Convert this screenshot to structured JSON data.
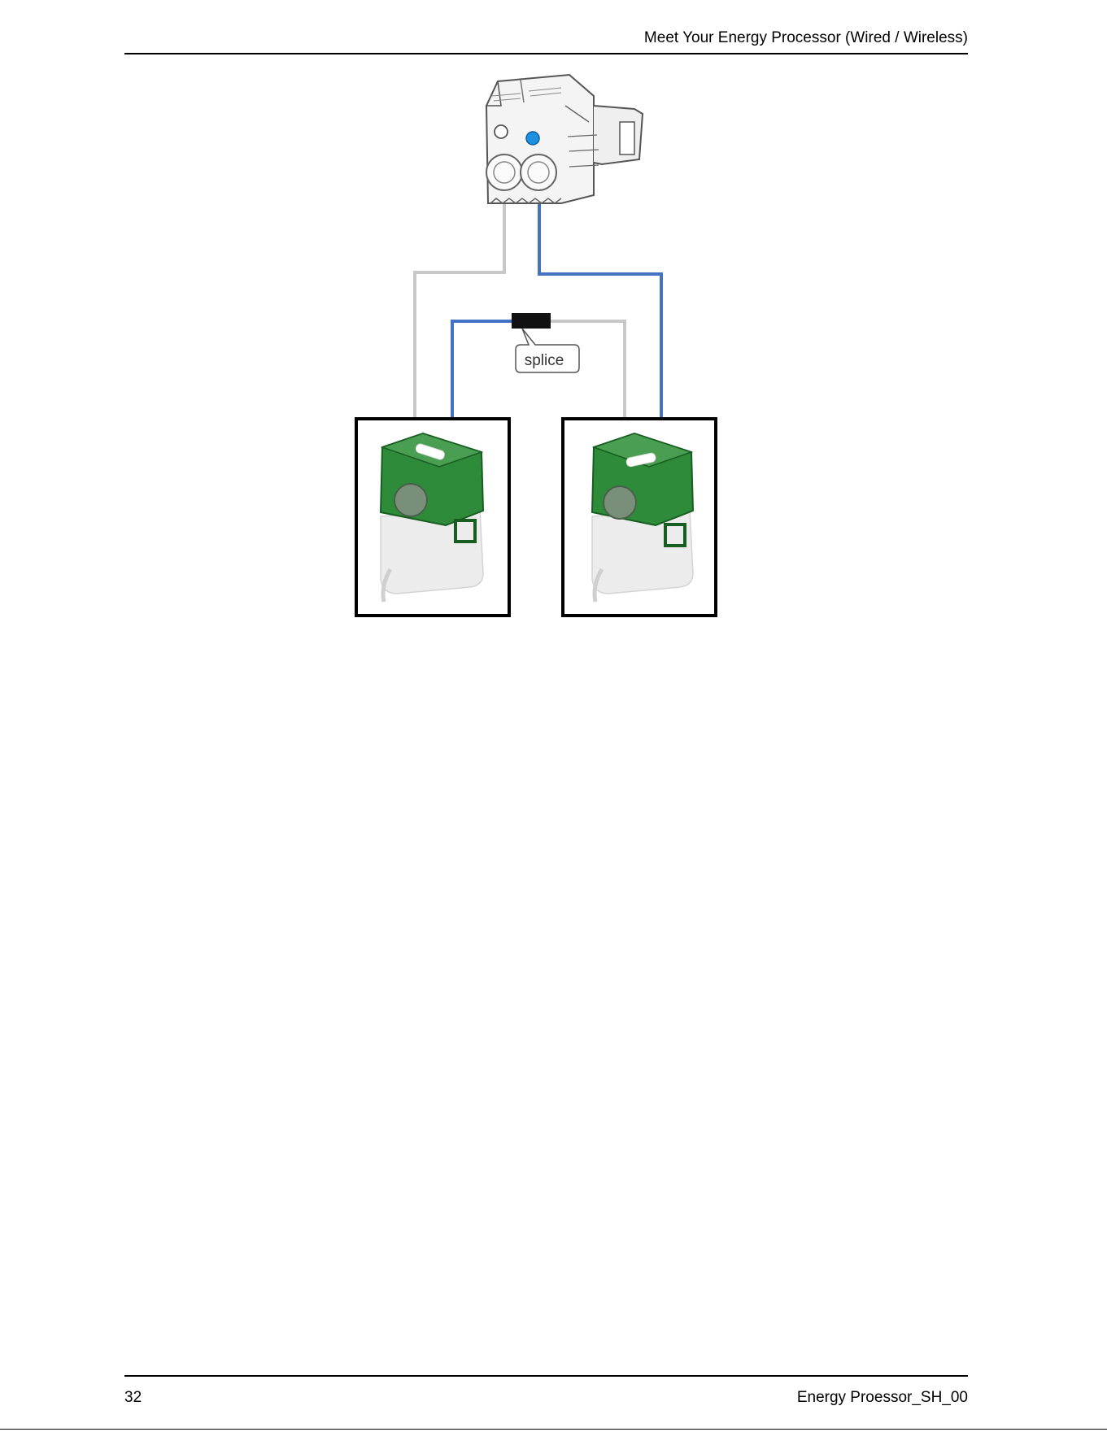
{
  "header": {
    "title": "Meet Your Energy Processor (Wired / Wireless)"
  },
  "diagram": {
    "splice_label": "splice",
    "wire_colors": {
      "gray": "#c8c8c8",
      "blue": "#4472c4"
    },
    "sensor_color": "#2e8b3a",
    "indicator_color": "#1e90e0"
  },
  "footer": {
    "page_number": "32",
    "doc_id": "Energy Proessor_SH_00"
  }
}
